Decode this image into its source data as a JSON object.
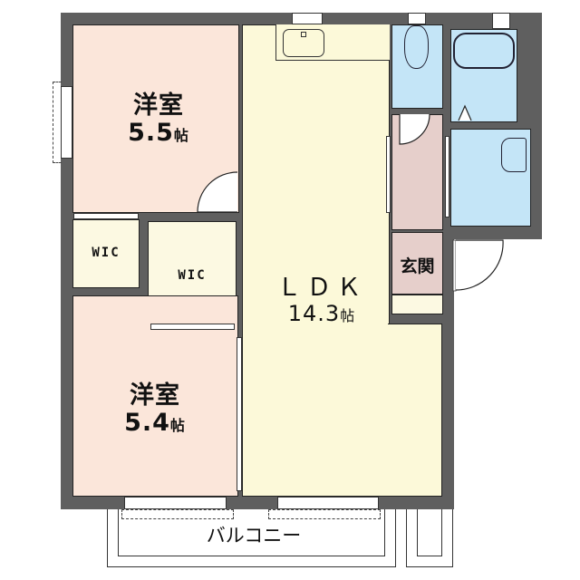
{
  "floorplan": {
    "rooms": [
      {
        "id": "western-room-1",
        "name": "洋室",
        "size_value": "5.5",
        "size_unit": "帖"
      },
      {
        "id": "western-room-2",
        "name": "洋室",
        "size_value": "5.4",
        "size_unit": "帖"
      },
      {
        "id": "ldk",
        "name": "ＬＤＫ",
        "size_value": "14.3",
        "size_unit": "帖"
      },
      {
        "id": "wic-1",
        "name": "WIC"
      },
      {
        "id": "wic-2",
        "name": "WIC"
      },
      {
        "id": "entrance",
        "name": "玄関"
      },
      {
        "id": "balcony",
        "name": "バルコニー"
      }
    ],
    "colors": {
      "wall": "#5f5f5f",
      "western_room": "#fbe6da",
      "ldk": "#fcf9d9",
      "wic": "#fcf9e2",
      "wet_area": "#c4e5f7",
      "entrance": "#e6cfcb"
    }
  }
}
